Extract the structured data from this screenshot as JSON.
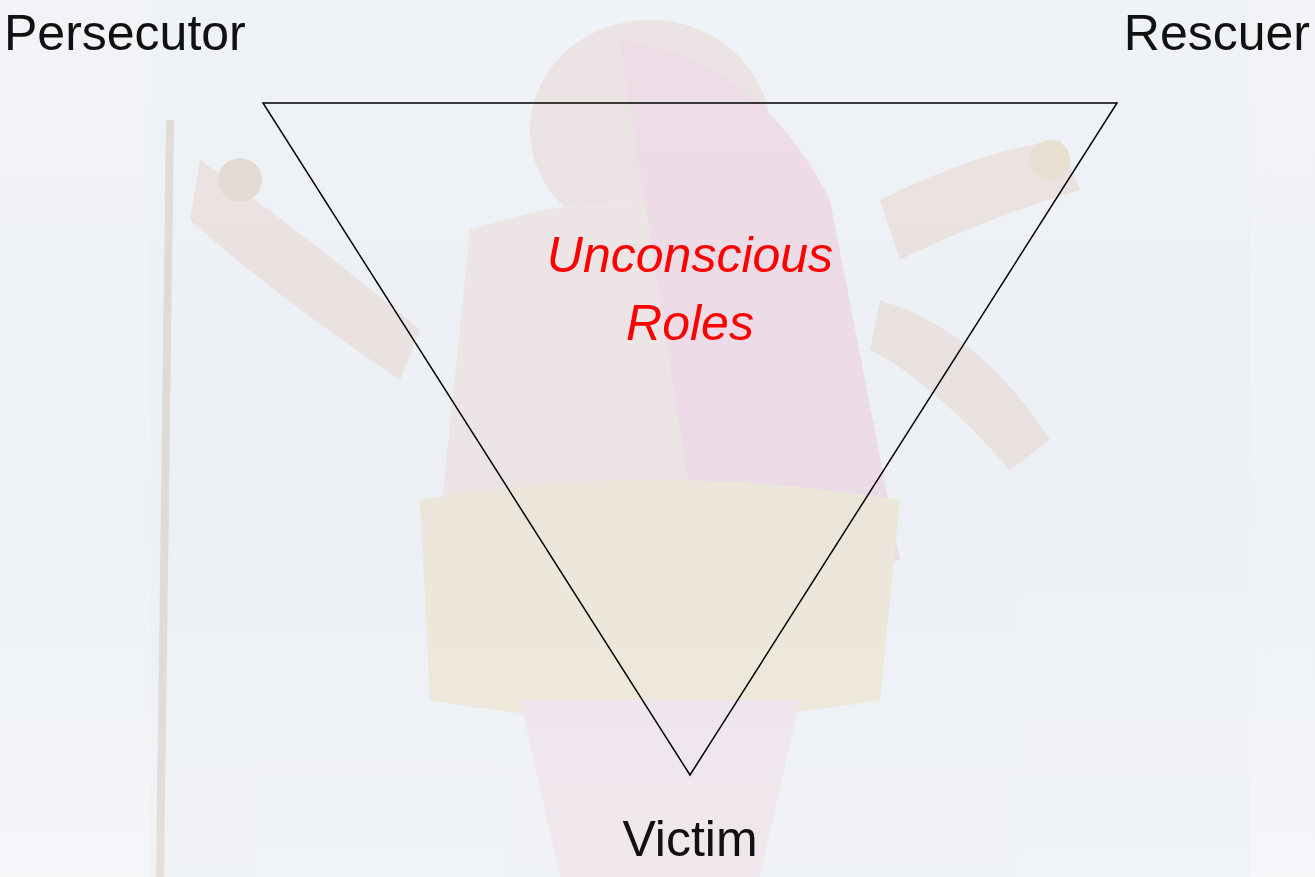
{
  "diagram": {
    "labels": [
      "Persecutor",
      "Rescuer",
      "Unconscious Roles",
      "Victim"
    ]
  }
}
